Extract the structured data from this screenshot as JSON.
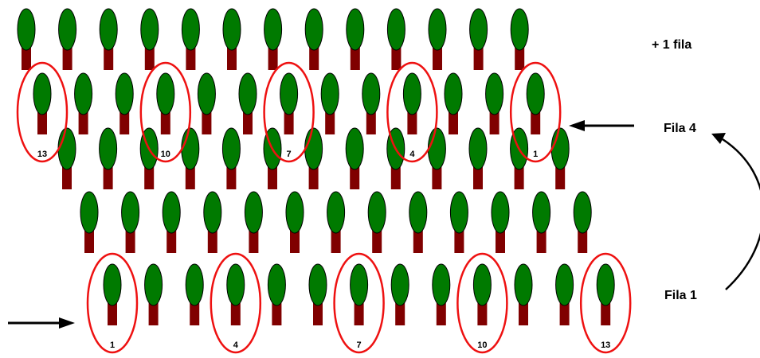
{
  "labels": {
    "extra_row": "+ 1 fila",
    "row_4": "Fila 4",
    "row_1": "Fila 1"
  },
  "rows": [
    {
      "name": "row-a",
      "trees": 13,
      "highlight": []
    },
    {
      "name": "row-4",
      "trees": 13,
      "highlight": [
        {
          "tree": 1,
          "label": "13"
        },
        {
          "tree": 4,
          "label": "10"
        },
        {
          "tree": 7,
          "label": "7"
        },
        {
          "tree": 10,
          "label": "4"
        },
        {
          "tree": 13,
          "label": "1"
        }
      ]
    },
    {
      "name": "row-3",
      "trees": 13,
      "highlight": []
    },
    {
      "name": "row-2",
      "trees": 13,
      "highlight": []
    },
    {
      "name": "row-1",
      "trees": 13,
      "highlight": [
        {
          "tree": 1,
          "label": "1"
        },
        {
          "tree": 4,
          "label": "4"
        },
        {
          "tree": 7,
          "label": "7"
        },
        {
          "tree": 10,
          "label": "10"
        },
        {
          "tree": 13,
          "label": "13"
        }
      ]
    }
  ],
  "colors": {
    "foliage": "#007a00",
    "trunk": "#800000",
    "highlight": "#ee1111",
    "arrow": "#000000"
  }
}
